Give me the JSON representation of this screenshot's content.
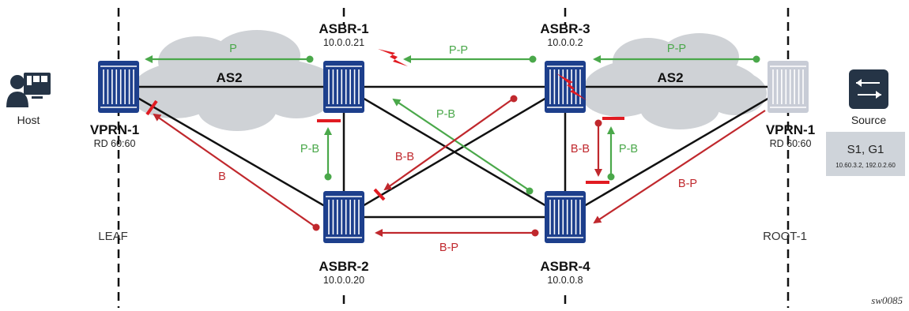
{
  "host": {
    "label": "Host"
  },
  "source": {
    "label": "Source"
  },
  "leaf": {
    "label": "LEAF"
  },
  "root": {
    "label": "ROOT-1"
  },
  "vprn_left": {
    "name": "VPRN-1",
    "rd": "RD 60:60"
  },
  "vprn_right": {
    "name": "VPRN-1",
    "rd": "RD 60:60"
  },
  "asbr1": {
    "name": "ASBR-1",
    "ip": "10.0.0.21"
  },
  "asbr2": {
    "name": "ASBR-2",
    "ip": "10.0.0.20"
  },
  "asbr3": {
    "name": "ASBR-3",
    "ip": "10.0.0.2"
  },
  "asbr4": {
    "name": "ASBR-4",
    "ip": "10.0.0.8"
  },
  "clouds": {
    "left": "AS2",
    "right": "AS2"
  },
  "sg_box": {
    "group": "S1, G1",
    "addrs": "10.60.3.2, 192.0.2.60"
  },
  "arrows": {
    "leaf_p": "P",
    "asbr1_pp": "P-P",
    "asbr3_pp": "P-P",
    "asbr2_up_pb": "P-B",
    "asbr4_pb": "P-B",
    "asbr3_bb": "B-B",
    "asbr2_bb": "B-B",
    "asbr3_pb": "P-B",
    "leaf_b": "B",
    "asbr4_bp": "B-P",
    "root_bp": "B-P"
  },
  "colors": {
    "router_blue": "#1d3f8c",
    "router_grey": "#c8ccd6",
    "green": "#4aa84a",
    "red": "#c0282d",
    "cloud": "#cfd2d6",
    "icon_navy": "#253446",
    "box": "#cfd4da"
  },
  "figure_ref": "sw0085"
}
